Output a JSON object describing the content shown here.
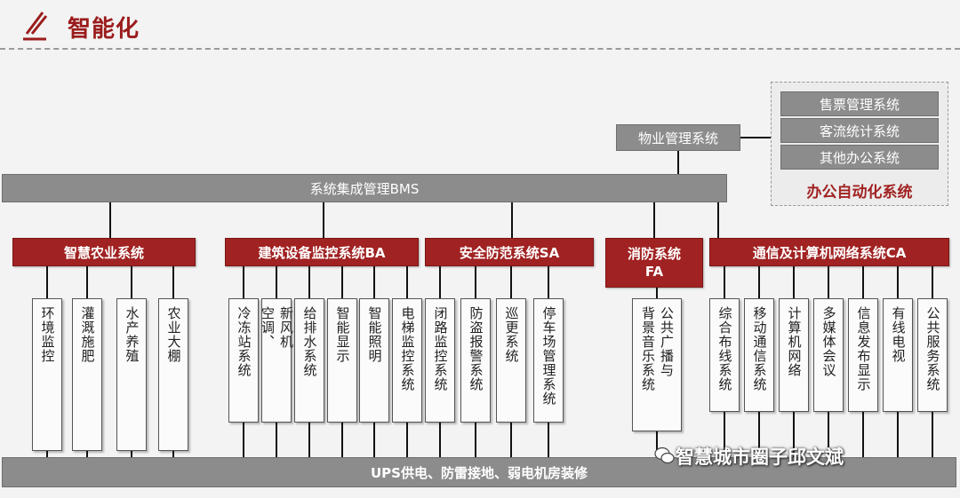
{
  "header": {
    "title": "智能化"
  },
  "top": {
    "property_mgmt": "物业管理系统",
    "bms": "系统集成管理BMS",
    "ups": "UPS供电、防雷接地、弱电机房装修"
  },
  "office": {
    "items": [
      "售票管理系统",
      "客流统计系统",
      "其他办公系统"
    ],
    "label": "办公自动化系统"
  },
  "groups": [
    {
      "title": "智慧农业系统",
      "items": [
        [
          "环境监控"
        ],
        [
          "灌溉施肥"
        ],
        [
          "水产养殖"
        ],
        [
          "农业大棚"
        ]
      ]
    },
    {
      "title": "建筑设备监控系统BA",
      "items": [
        [
          "冷冻站系统"
        ],
        [
          "空调、",
          "新风机"
        ],
        [
          "给排水系统"
        ],
        [
          "智能显示"
        ],
        [
          "智能照明"
        ],
        [
          "电梯监控系统"
        ]
      ]
    },
    {
      "title": "安全防范系统SA",
      "items": [
        [
          "闭路监控系统"
        ],
        [
          "防盗报警系统"
        ],
        [
          "巡更系统"
        ],
        [
          "停车场管理系统"
        ]
      ]
    },
    {
      "title": "消防系统",
      "title2": "FA",
      "items": [
        [
          "背景音乐系统",
          "公共广播与"
        ]
      ]
    },
    {
      "title": "通信及计算机网络系统CA",
      "items": [
        [
          "综合布线系统"
        ],
        [
          "移动通信系统"
        ],
        [
          "计算机网络"
        ],
        [
          "多媒体会议"
        ],
        [
          "信息发布显示"
        ],
        [
          "有线电视"
        ],
        [
          "公共服务系统"
        ]
      ]
    }
  ],
  "watermark": "智慧城市圈子邱文斌",
  "colors": {
    "red": "#a12222",
    "gray": "#8c8c8c",
    "line": "#111111"
  }
}
